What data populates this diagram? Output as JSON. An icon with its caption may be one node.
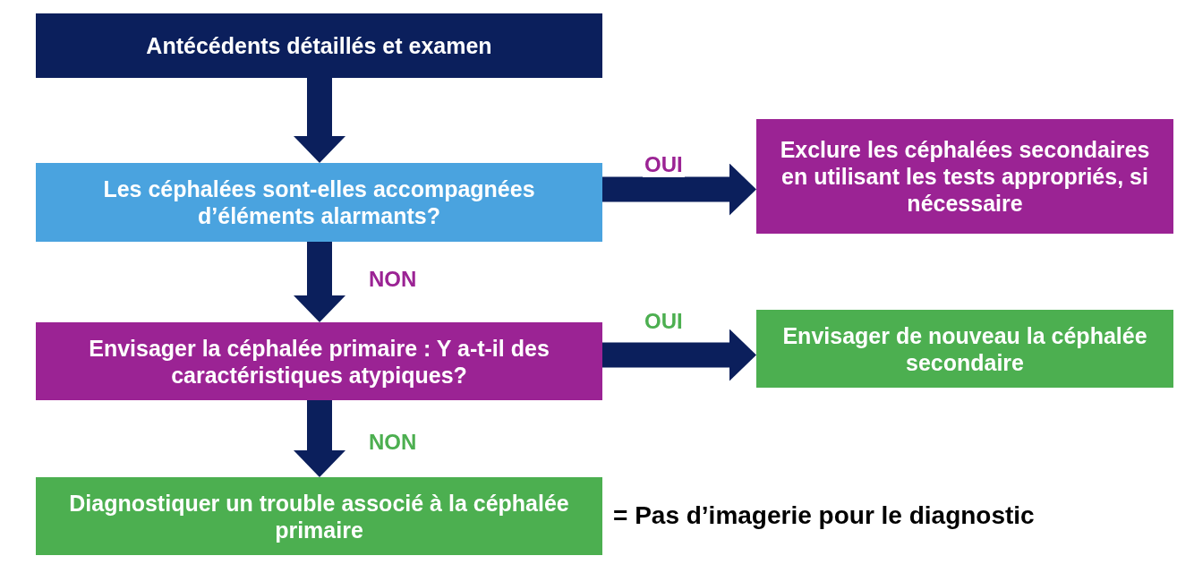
{
  "diagram": {
    "nodes": [
      {
        "text": [
          "Antécédents détaillés et examen"
        ]
      },
      {
        "text": [
          "Les céphalées sont-elles accompagnées d’éléments alarmants?"
        ]
      },
      {
        "text": [
          "Exclure les céphalées secondaires en utilisant les tests appropriés, si nécessaire"
        ]
      },
      {
        "text": [
          "Envisager la céphalée primaire : Y a-t-il des caractéristiques atypiques?"
        ]
      },
      {
        "text": [
          "Envisager de nouveau la céphalée secondaire"
        ]
      },
      {
        "text": [
          "Diagnostiquer un trouble associé à la céphalée primaire"
        ],
        "beside": [
          "= Pas d’imagerie pour le diagnostic"
        ]
      }
    ],
    "edges": [
      {
        "from": 0,
        "to": 1,
        "arrow": "to"
      },
      {
        "from": 1,
        "to": 3,
        "arrow": "to",
        "label": "NON"
      },
      {
        "from": 3,
        "to": 5,
        "arrow": "to",
        "label": "NON"
      },
      {
        "from": 1,
        "to": 2,
        "arrow": "to",
        "label": "OUI"
      },
      {
        "from": 3,
        "to": 4,
        "arrow": "to",
        "label": "OUI"
      }
    ]
  }
}
